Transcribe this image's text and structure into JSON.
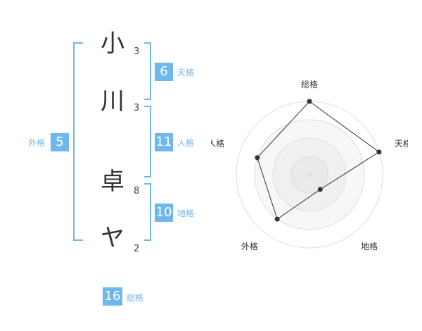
{
  "name": {
    "chars": [
      {
        "char": "小",
        "strokes": "3"
      },
      {
        "char": "川",
        "strokes": "3"
      },
      {
        "char": "卓",
        "strokes": "8"
      },
      {
        "char": "ヤ",
        "strokes": "2"
      }
    ]
  },
  "fortune": {
    "tenkaku": {
      "value": "6",
      "label": "天格"
    },
    "jinkaku": {
      "value": "11",
      "label": "人格"
    },
    "chikaku": {
      "value": "10",
      "label": "地格"
    },
    "gaikaku": {
      "value": "5",
      "label": "外格"
    },
    "soukaku": {
      "value": "16",
      "label": "総格"
    }
  },
  "colors": {
    "accent": "#6fb8ec",
    "text": "#333333"
  },
  "chart_data": {
    "type": "radar",
    "axes": [
      "総格",
      "天格",
      "地格",
      "外格",
      "人格"
    ],
    "values": [
      4,
      4,
      1,
      3,
      3
    ],
    "max": 4,
    "rings": 4
  }
}
